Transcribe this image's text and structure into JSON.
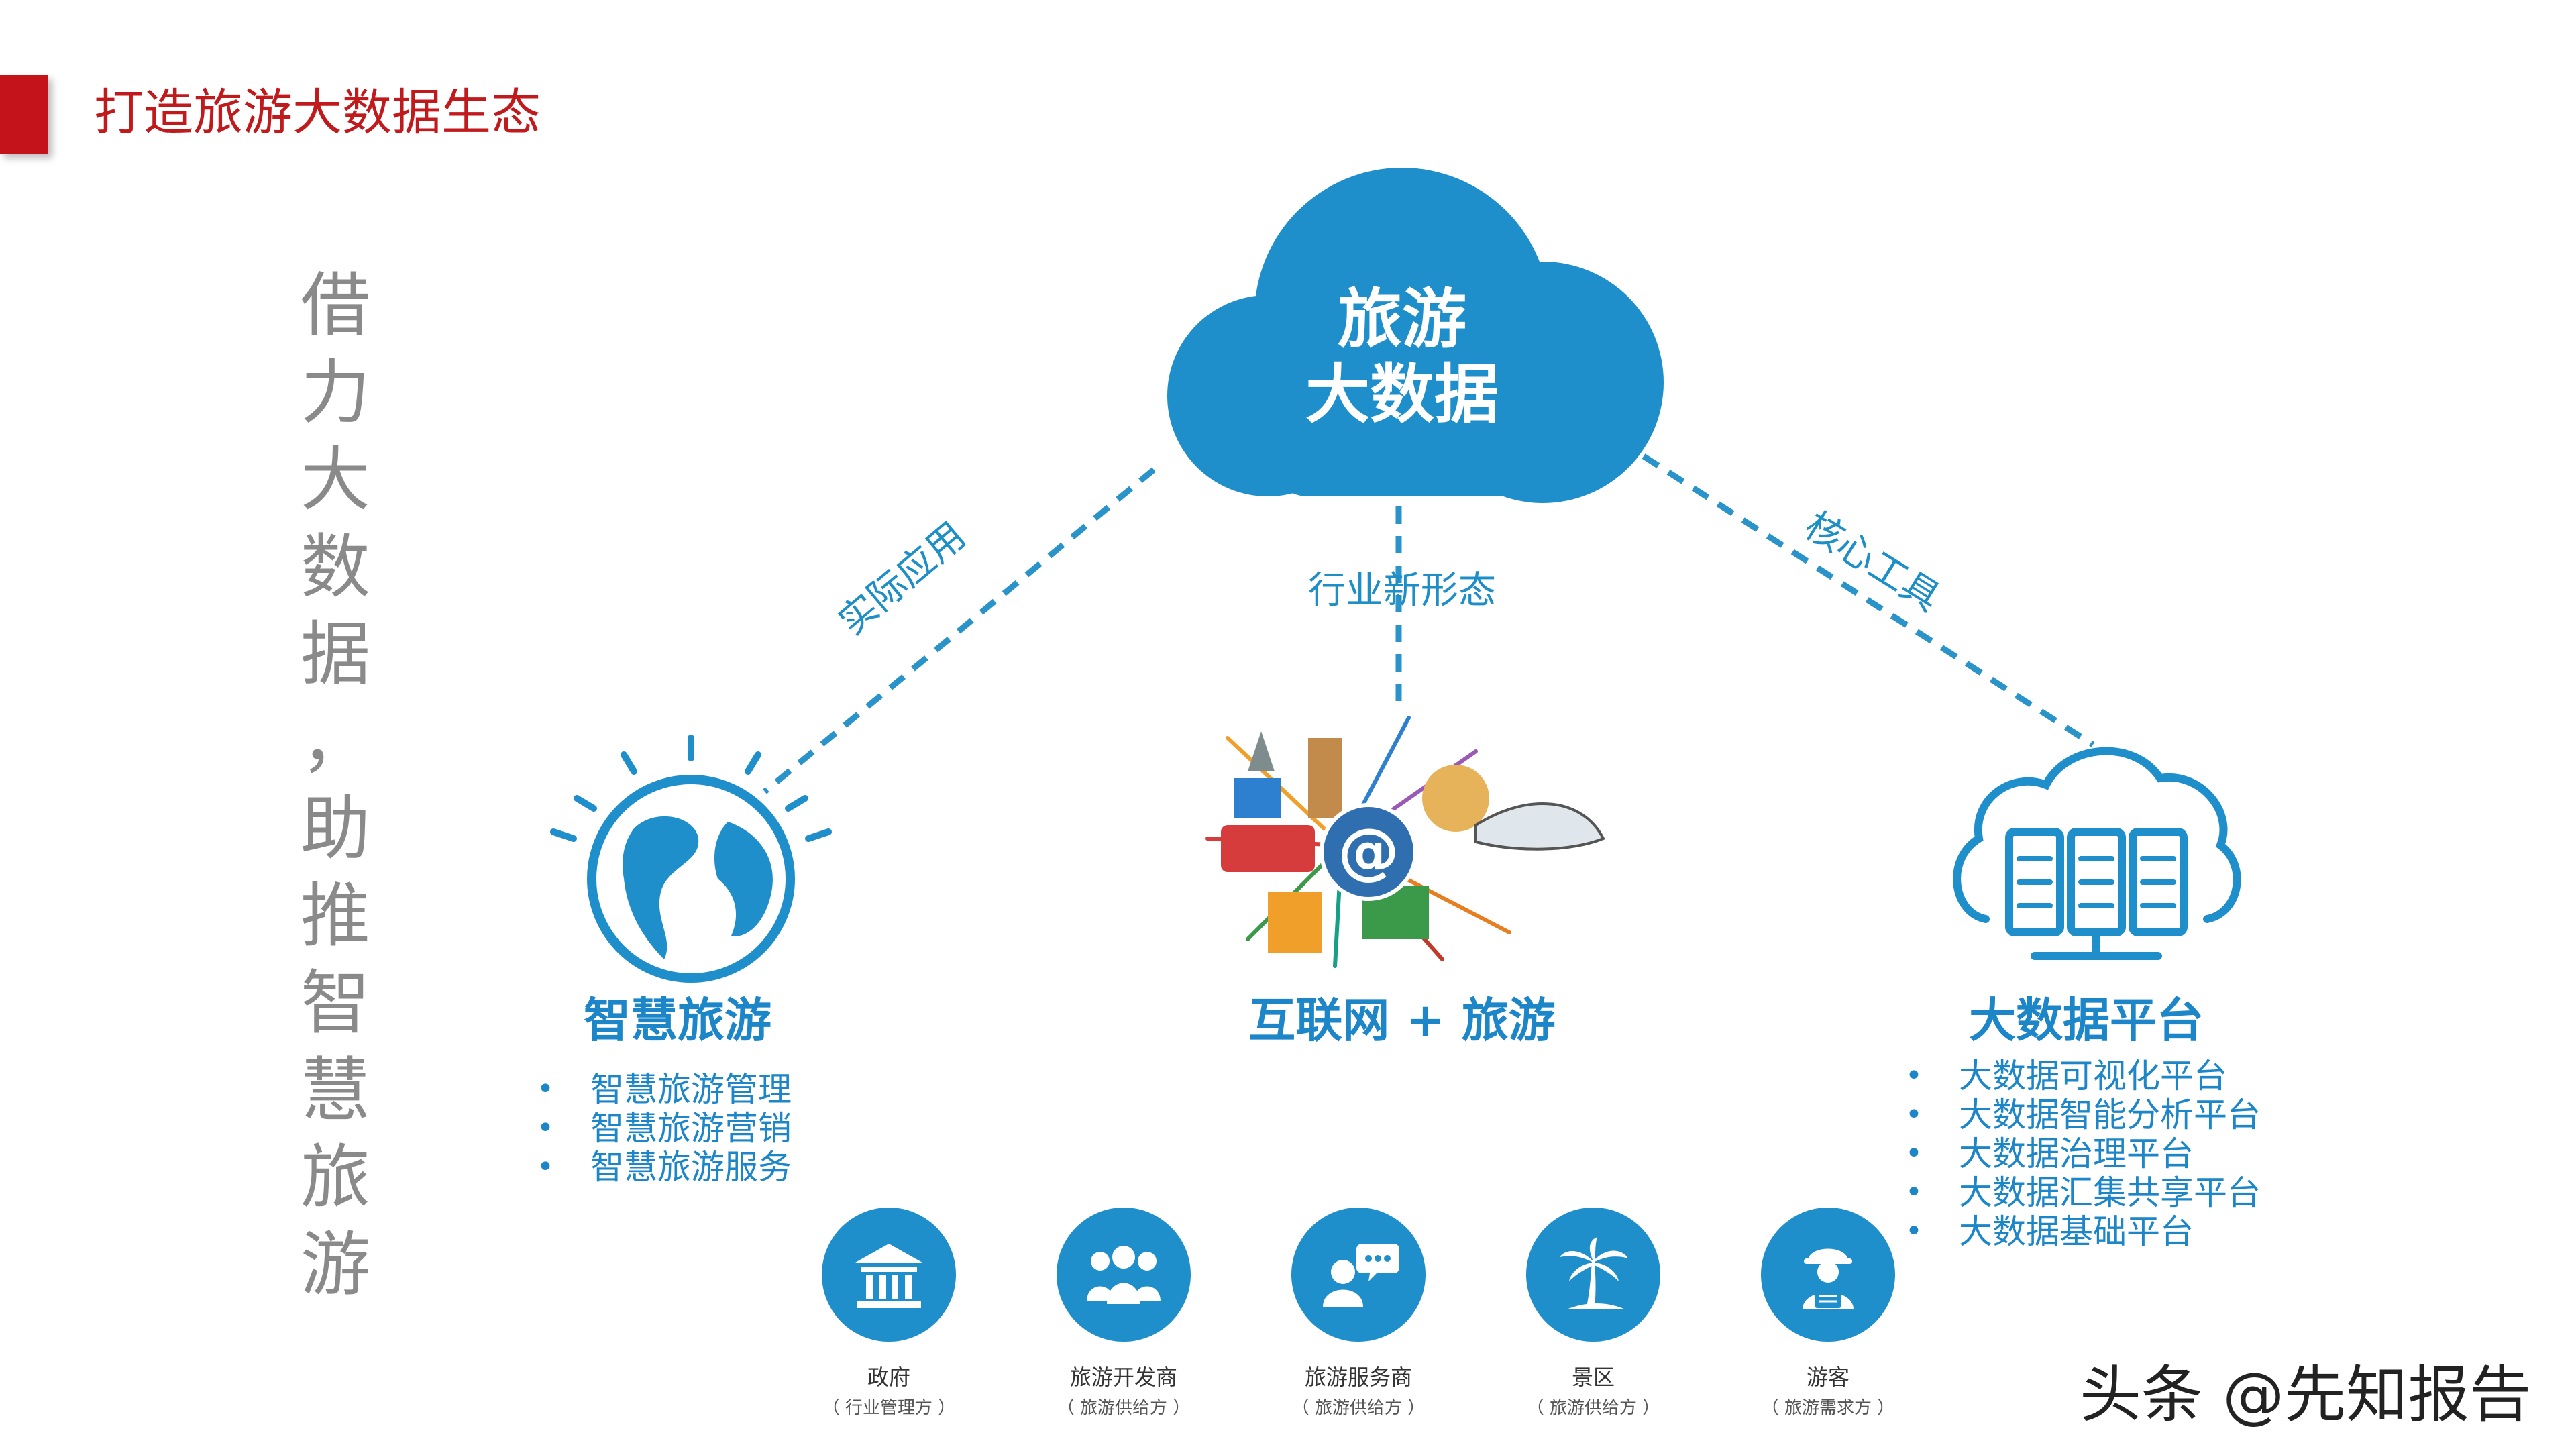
{
  "header": {
    "title": "打造旅游大数据生态"
  },
  "slogan": [
    "借",
    "力",
    "大",
    "数",
    "据",
    "，",
    "助",
    "推",
    "智",
    "慧",
    "旅",
    "游"
  ],
  "cloud": {
    "line1": "旅游",
    "line2": "大数据"
  },
  "links": {
    "left": "实际应用",
    "middle": "行业新形态",
    "right": "核心工具"
  },
  "nodes": {
    "left": {
      "title": "智慧旅游",
      "items": [
        "智慧旅游管理",
        "智慧旅游营销",
        "智慧旅游服务"
      ]
    },
    "middle": {
      "title": "互联网 + 旅游"
    },
    "right": {
      "title": "大数据平台",
      "items": [
        "大数据可视化平台",
        "大数据智能分析平台",
        "大数据治理平台",
        "大数据汇集共享平台",
        "大数据基础平台"
      ]
    }
  },
  "stakeholders": [
    {
      "name": "政府",
      "role": "（ 行业管理方 ）",
      "icon": "government-building-icon"
    },
    {
      "name": "旅游开发商",
      "role": "（ 旅游供给方 ）",
      "icon": "team-icon"
    },
    {
      "name": "旅游服务商",
      "role": "（ 旅游供给方 ）",
      "icon": "service-chat-icon"
    },
    {
      "name": "景区",
      "role": "（ 旅游供给方 ）",
      "icon": "palm-tree-icon"
    },
    {
      "name": "游客",
      "role": "（ 旅游需求方 ）",
      "icon": "tourist-icon"
    }
  ],
  "watermark": "头条 @先知报告",
  "colors": {
    "accent_red": "#c4131b",
    "primary_blue": "#1f8fcb",
    "text_blue": "#1c86c8"
  }
}
